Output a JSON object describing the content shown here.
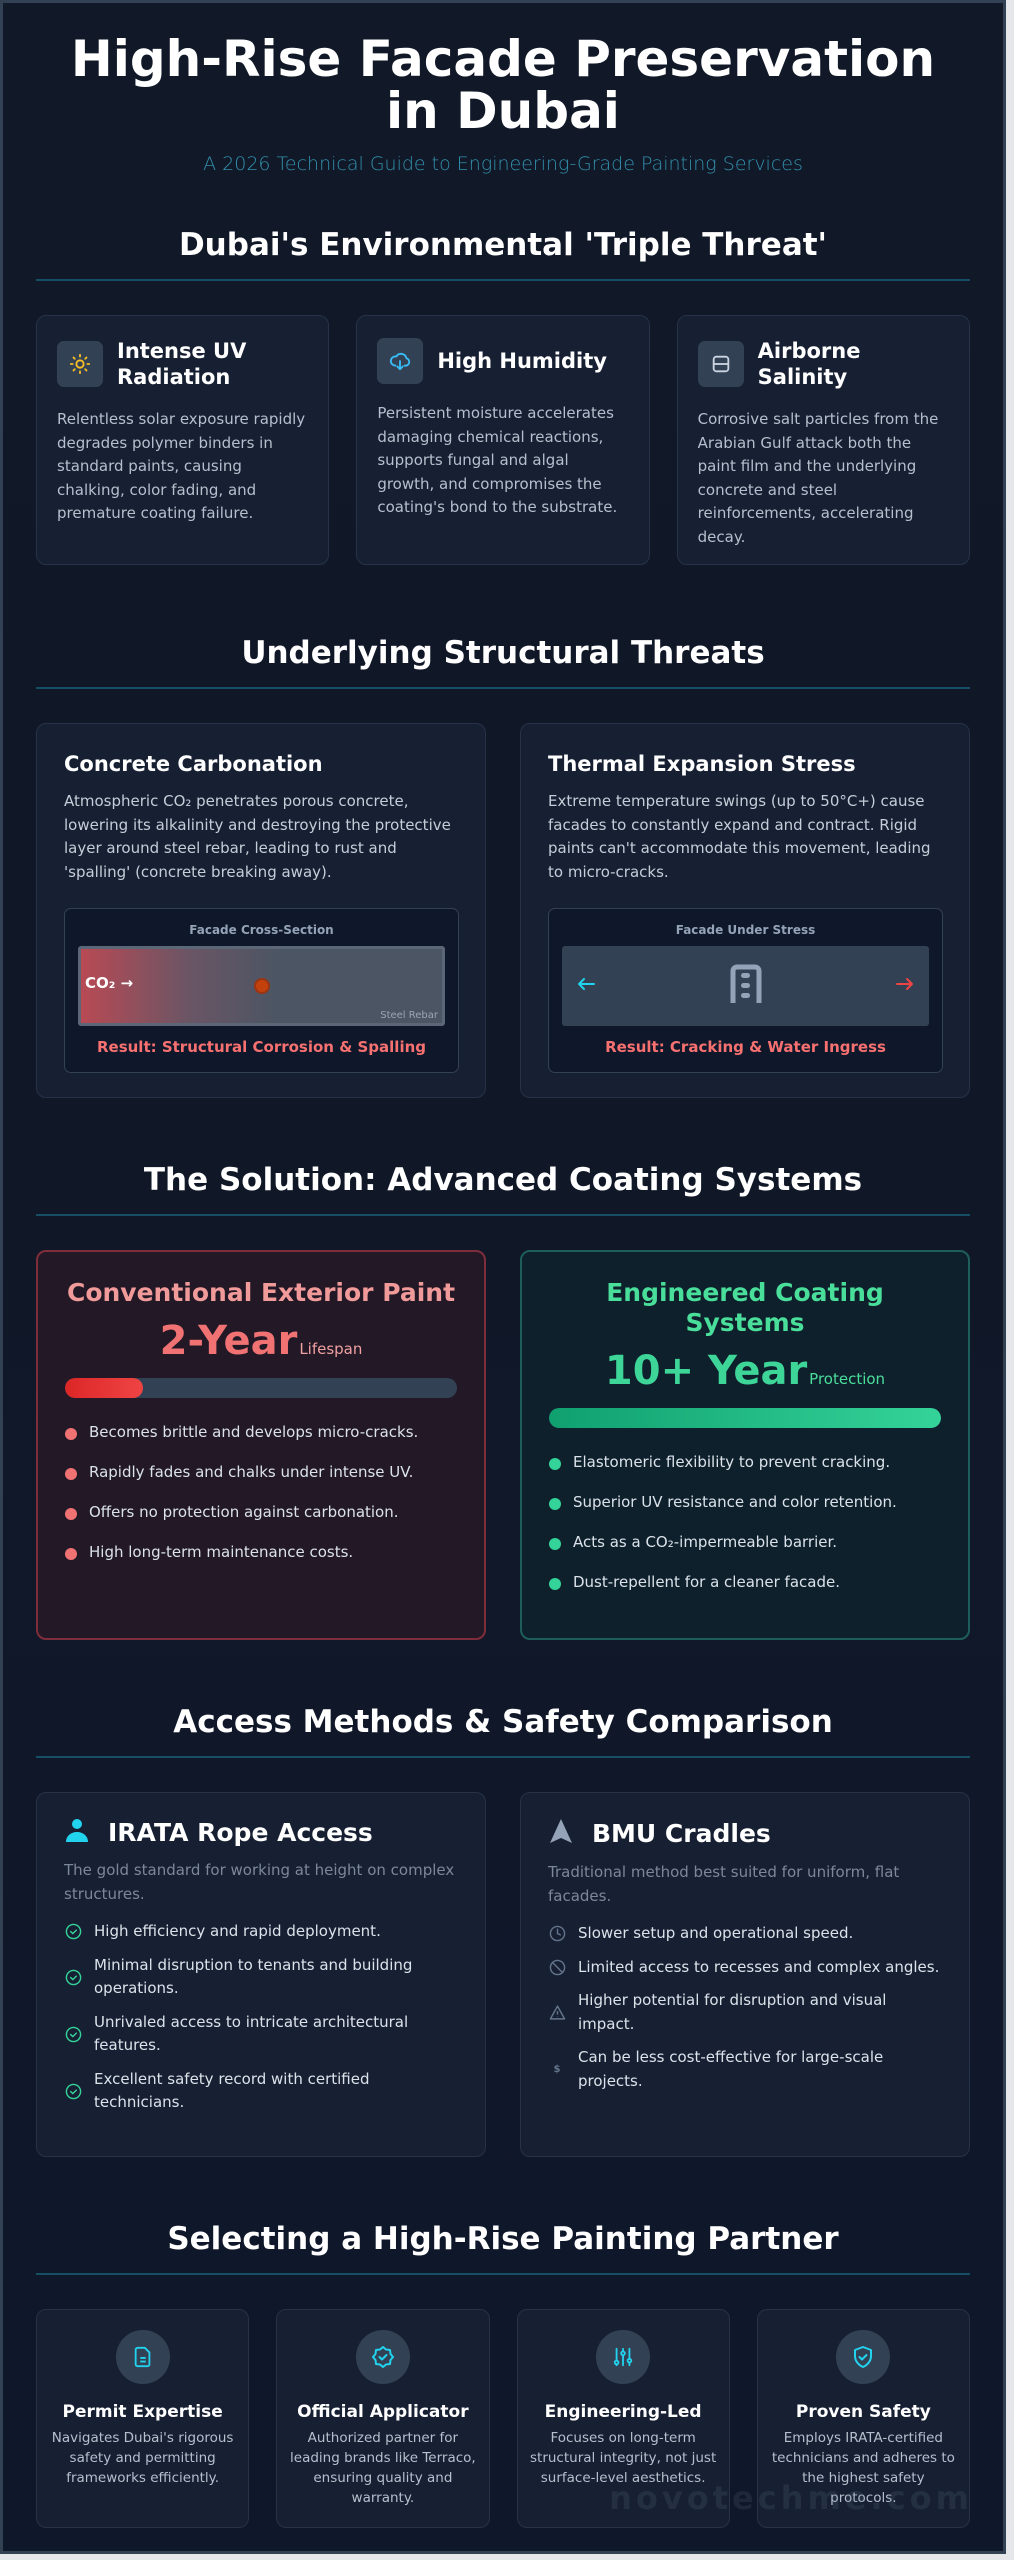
{
  "hero": {
    "title": "High-Rise Facade Preservation in Dubai",
    "subtitle": "A 2026 Technical Guide to Engineering-Grade Painting Services"
  },
  "threats": {
    "heading": "Dubai's Environmental 'Triple Threat'",
    "items": [
      {
        "icon": "sun-icon",
        "title": "Intense UV Radiation",
        "body": "Relentless solar exposure rapidly degrades polymer binders in standard paints, causing chalking, color fading, and premature coating failure."
      },
      {
        "icon": "cloud-drizzle-icon",
        "title": "High Humidity",
        "body": "Persistent moisture accelerates damaging chemical reactions, supports fungal and algal growth, and compromises the coating's bond to the substrate."
      },
      {
        "icon": "salt-layers-icon",
        "title": "Airborne Salinity",
        "body": "Corrosive salt particles from the Arabian Gulf attack both the paint film and the underlying concrete and steel reinforcements, accelerating decay."
      }
    ]
  },
  "structural": {
    "heading": "Underlying Structural Threats",
    "carbonation": {
      "title": "Concrete Carbonation",
      "body": "Atmospheric CO₂ penetrates porous concrete, lowering its alkalinity and destroying the protective layer around steel rebar, leading to rust and 'spalling' (concrete breaking away).",
      "diagram_label": "Facade Cross-Section",
      "co2_label": "CO₂ →",
      "rebar_label": "Steel Rebar",
      "result": "Result: Structural Corrosion & Spalling"
    },
    "thermal": {
      "title": "Thermal Expansion Stress",
      "body": "Extreme temperature swings (up to 50°C+) cause facades to constantly expand and contract. Rigid paints can't accommodate this movement, leading to micro-cracks.",
      "diagram_label": "Facade Under Stress",
      "result": "Result: Cracking & Water Ingress"
    }
  },
  "solution": {
    "heading": "The Solution: Advanced Coating Systems",
    "conventional": {
      "title": "Conventional Exterior Paint",
      "metric": "2-Year",
      "metric_unit": "Lifespan",
      "bar_percent": 20,
      "points": [
        "Becomes brittle and develops micro-cracks.",
        "Rapidly fades and chalks under intense UV.",
        "Offers no protection against carbonation.",
        "High long-term maintenance costs."
      ]
    },
    "engineered": {
      "title": "Engineered Coating Systems",
      "metric": "10+ Year",
      "metric_unit": "Protection",
      "bar_percent": 100,
      "points": [
        "Elastomeric flexibility to prevent cracking.",
        "Superior UV resistance and color retention.",
        "Acts as a CO₂-impermeable barrier.",
        "Dust-repellent for a cleaner facade."
      ]
    }
  },
  "access": {
    "heading": "Access Methods & Safety Comparison",
    "rope": {
      "title": "IRATA Rope Access",
      "desc": "The gold standard for working at height on complex structures.",
      "points": [
        "High efficiency and rapid deployment.",
        "Minimal disruption to tenants and building operations.",
        "Unrivaled access to intricate architectural features.",
        "Excellent safety record with certified technicians."
      ]
    },
    "bmu": {
      "title": "BMU Cradles",
      "desc": "Traditional method best suited for uniform, flat facades.",
      "points": [
        {
          "icon": "clock-icon",
          "text": "Slower setup and operational speed."
        },
        {
          "icon": "ban-icon",
          "text": "Limited access to recesses and complex angles."
        },
        {
          "icon": "warning-icon",
          "text": "Higher potential for disruption and visual impact."
        },
        {
          "icon": "dollar-icon",
          "text": "Can be less cost-effective for large-scale projects."
        }
      ]
    }
  },
  "partner": {
    "heading": "Selecting a High-Rise Painting Partner",
    "items": [
      {
        "icon": "document-icon",
        "title": "Permit Expertise",
        "body": "Navigates Dubai's rigorous safety and permitting frameworks efficiently."
      },
      {
        "icon": "badge-check-icon",
        "title": "Official Applicator",
        "body": "Authorized partner for leading brands like Terraco, ensuring quality and warranty."
      },
      {
        "icon": "sliders-icon",
        "title": "Engineering-Led",
        "body": "Focuses on long-term structural integrity, not just surface-level aesthetics."
      },
      {
        "icon": "shield-check-icon",
        "title": "Proven Safety",
        "body": "Employs IRATA-certified technicians and adheres to the highest safety protocols."
      }
    ]
  },
  "watermark": "novotechme.com",
  "colors": {
    "background": "#0f172a",
    "accent": "#22d3ee",
    "danger": "#f87171",
    "success": "#34d399"
  }
}
